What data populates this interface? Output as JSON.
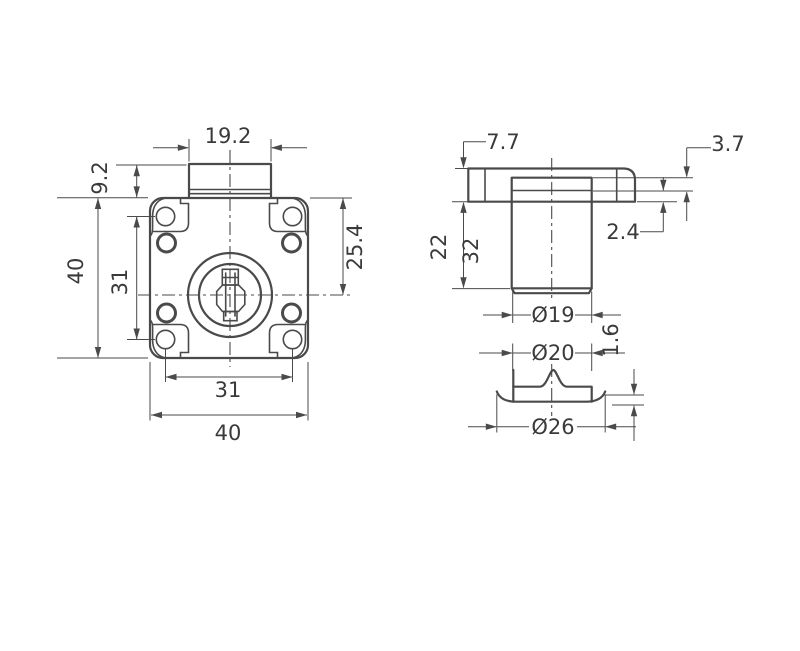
{
  "meta": {
    "background_color": "#ffffff",
    "line_color": "#4a4a4a",
    "text_color": "#3a3a3a"
  },
  "dims": {
    "front": {
      "tab_width": "19.2",
      "tab_height": "9.2",
      "height": "40",
      "hole_pitch_vertical": "31",
      "cylinder_center_from_top": "25.4",
      "hole_pitch_horizontal": "31",
      "width": "40"
    },
    "side": {
      "flange_thickness": "7.7",
      "step_height": "3.7",
      "plate_thickness": "2.4",
      "cylinder_length": "22",
      "overall_length": "32",
      "cylinder_diameter": "Ø19"
    },
    "cap": {
      "top_diameter": "Ø20",
      "rim_thickness": "1.6",
      "base_diameter": "Ø26"
    }
  }
}
